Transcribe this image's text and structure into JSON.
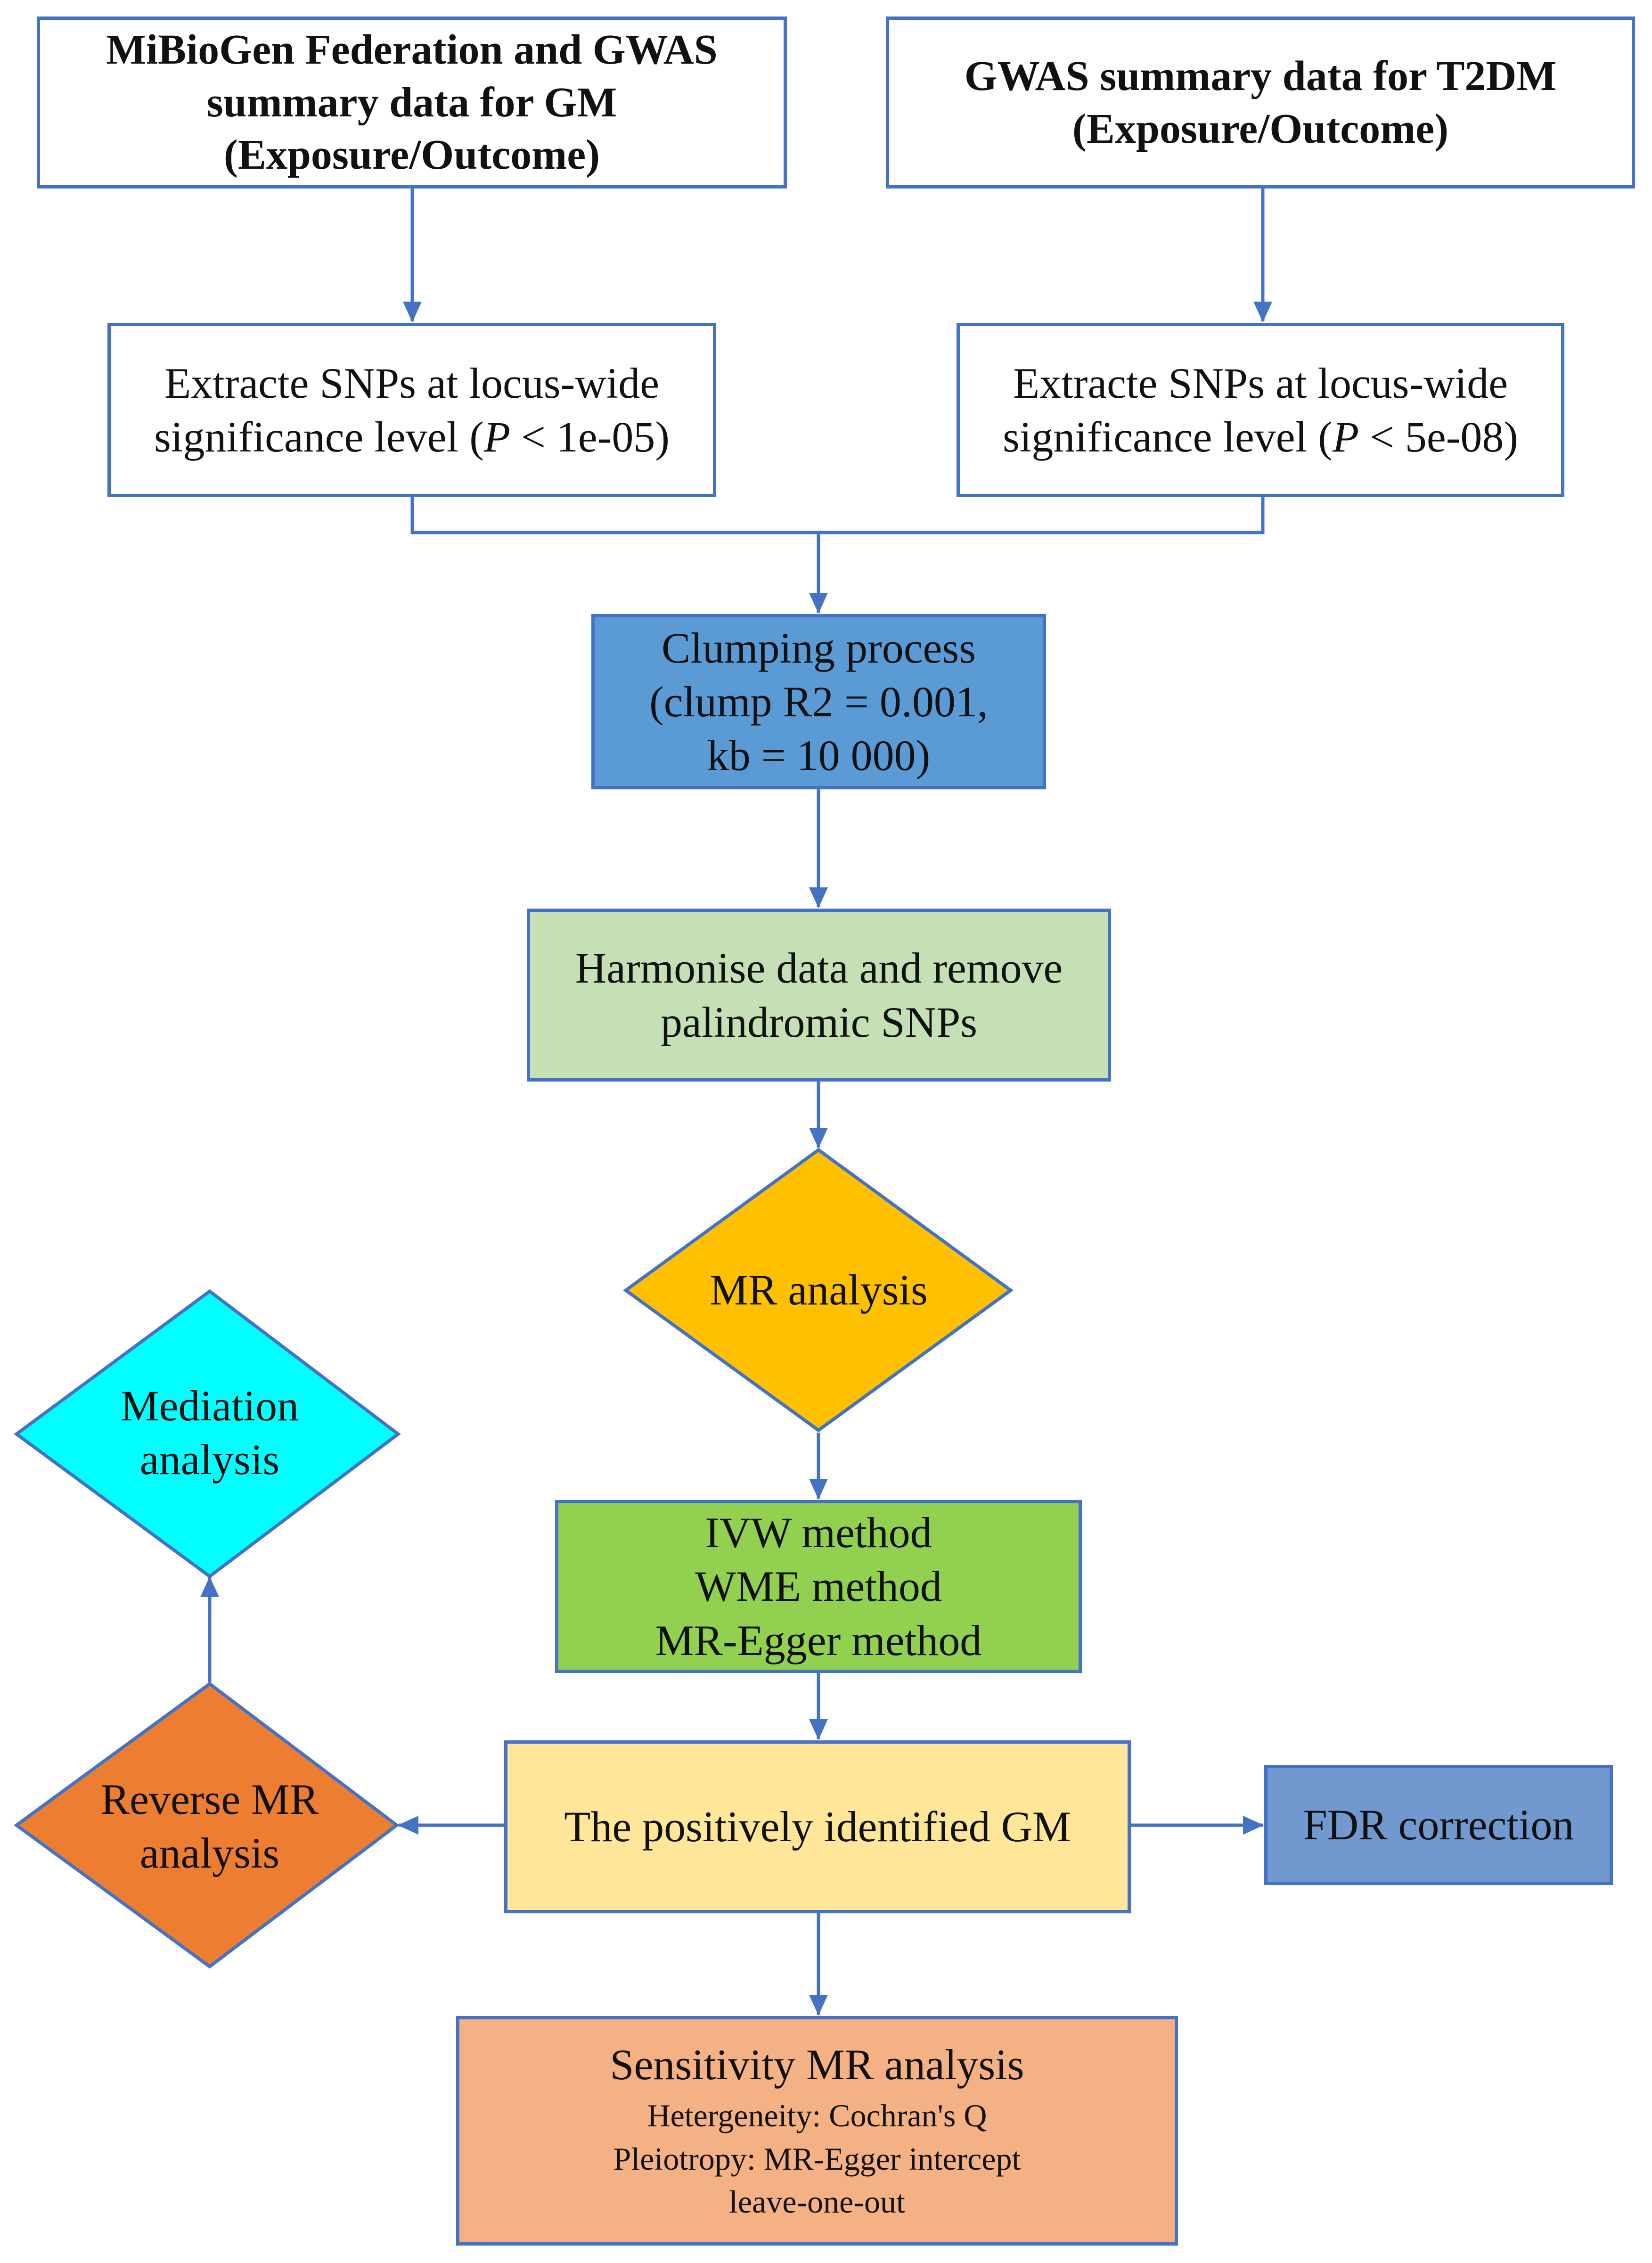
{
  "colors": {
    "line": "#4472C4",
    "white": "#FFFFFF",
    "clumping": "#5B9BD5",
    "harmonise": "#C5E0B4",
    "mr_analysis": "#FFC000",
    "methods": "#92D050",
    "positive_gm": "#FFE699",
    "fdr": "#7199D0",
    "mediation": "#00FFFF",
    "reverse_mr": "#ED7D31",
    "sensitivity": "#F4B183"
  },
  "nodes": {
    "gm_source": {
      "line1": "MiBioGen Federation and GWAS",
      "line2": "summary data for GM",
      "line3": "(Exposure/Outcome)"
    },
    "t2dm_source": {
      "line1": "GWAS summary data for T2DM",
      "line2": "(Exposure/Outcome)"
    },
    "gm_extract": {
      "line1": "Extracte SNPs at locus-wide",
      "line2_prefix": "significance level (",
      "p_symbol": "P",
      "line2_suffix": " < 1e-05)"
    },
    "t2dm_extract": {
      "line1": "Extracte SNPs at locus-wide",
      "line2_prefix": "significance level (",
      "p_symbol": "P",
      "line2_suffix": " < 5e-08)"
    },
    "clumping": {
      "line1": "Clumping process",
      "line2": "(clump R2 = 0.001,",
      "line3": "kb = 10 000)"
    },
    "harmonise": {
      "line1": "Harmonise data and remove",
      "line2": "palindromic SNPs"
    },
    "mr_analysis": {
      "label": "MR analysis"
    },
    "methods": {
      "line1": "IVW method",
      "line2": "WME method",
      "line3": "MR-Egger method"
    },
    "positive_gm": {
      "label": "The positively identified GM"
    },
    "fdr": {
      "label": "FDR correction"
    },
    "mediation": {
      "line1": "Mediation",
      "line2": "analysis"
    },
    "reverse_mr": {
      "line1": "Reverse MR",
      "line2": "analysis"
    },
    "sensitivity": {
      "title": "Sensitivity MR analysis",
      "line1": "Hetergeneity: Cochran's Q",
      "line2": "Pleiotropy: MR-Egger intercept",
      "line3": "leave-one-out"
    }
  }
}
